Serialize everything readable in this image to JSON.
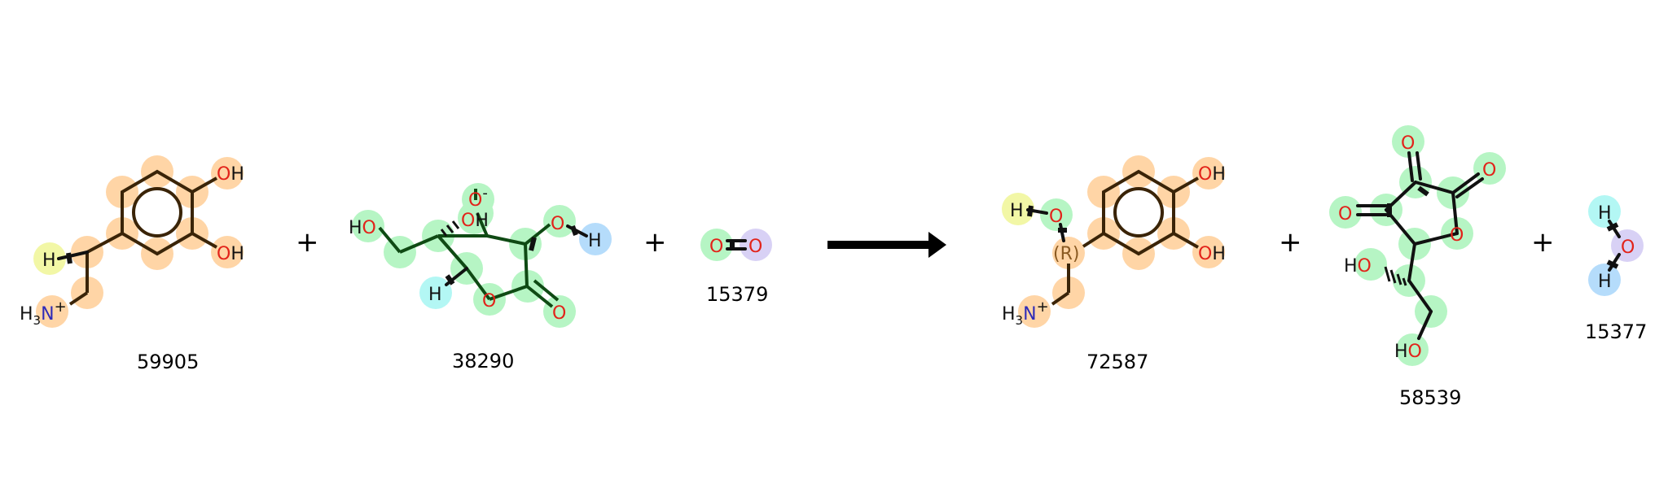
{
  "reaction": {
    "arrow": "right-arrow",
    "reactants": [
      {
        "id": "59905"
      },
      {
        "id": "38290"
      },
      {
        "id": "15379"
      }
    ],
    "products": [
      {
        "id": "72587"
      },
      {
        "id": "58539"
      },
      {
        "id": "15377"
      }
    ],
    "plus": "+"
  },
  "atoms": {
    "O": "O",
    "OH": "OH",
    "HO": "HO",
    "H": "H",
    "H3N": "H",
    "N": "N",
    "sub3": "3",
    "charge_plus": "+",
    "charge_minus": "-",
    "stereo_R": "(R)"
  },
  "colors": {
    "orange": "#ffd5a6",
    "green": "#b6f5c4",
    "yellow": "#f2f7a6",
    "cyan": "#b3f7f4",
    "blue": "#b5dcfb",
    "lavender": "#d8d1f5",
    "oxygen": "#e2231a",
    "nitrogen": "#2e2bb8"
  }
}
